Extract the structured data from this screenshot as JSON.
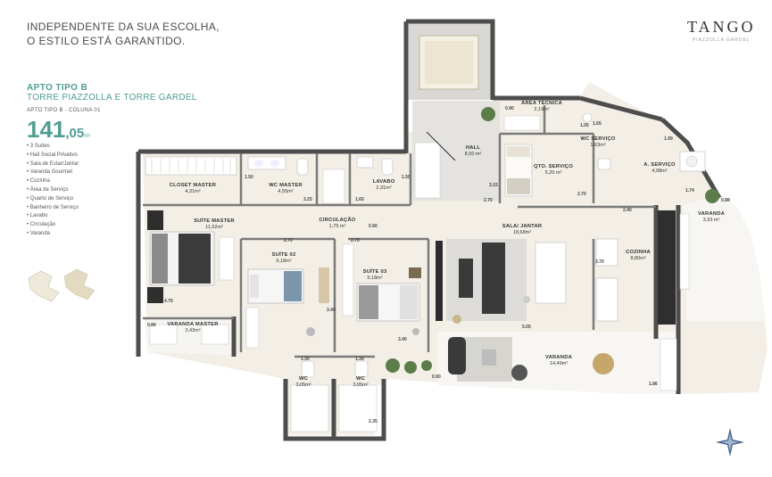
{
  "tagline": [
    "INDEPENDENTE DA SUA ESCOLHA,",
    "O ESTILO ESTÁ GARANTIDO."
  ],
  "brand": {
    "name": "TANGO",
    "sub": "PIAZZOLLA  GARDEL"
  },
  "apto": {
    "title": "APTO TIPO B",
    "subtitle": "TORRE PIAZZOLLA E TORRE GARDEL",
    "column": "APTO TIPO B - COLUNA 01",
    "area_int": "141",
    "area_dec": ",05",
    "area_unit": "m²",
    "features": [
      "3 Suítes",
      "Hall Social Privativo",
      "Sala de Estar/Jantar",
      "Varanda Gourmet",
      "Cozinha",
      "Área de Serviço",
      "Quarto de Serviço",
      "Banheiro de Serviço",
      "Lavabo",
      "Circulação",
      "Varanda"
    ]
  },
  "rooms": {
    "closet": {
      "name": "CLOSET MASTER",
      "area": "4,31m²"
    },
    "wc_master": {
      "name": "WC MASTER",
      "area": "4,55m²"
    },
    "lavabo": {
      "name": "LAVABO",
      "area": "2,31m²"
    },
    "hall": {
      "name": "HALL",
      "area": "8,50 m²"
    },
    "area_tecnica": {
      "name": "ÁREA TÉCNICA",
      "area": "2,19m²"
    },
    "wc_servico": {
      "name": "WC SERVIÇO",
      "area": "1,63m²"
    },
    "qto_servico": {
      "name": "QTO. SERVIÇO",
      "area": "5,20 m²"
    },
    "a_servico": {
      "name": "A. SERVIÇO",
      "area": "4,98m²"
    },
    "suite_master": {
      "name": "SUÍTE MASTER",
      "area": "11,52m²"
    },
    "circulacao": {
      "name": "CIRCULAÇÃO",
      "area": "1,75 m²"
    },
    "sala_jantar": {
      "name": "SALA/ JANTAR",
      "area": "18,68m²"
    },
    "varanda_small": {
      "name": "VARANDA",
      "area": "3,93 m²"
    },
    "suite_02": {
      "name": "SUÍTE 02",
      "area": "9,18m²"
    },
    "suite_03": {
      "name": "SUÍTE 03",
      "area": "9,18m²"
    },
    "cozinha": {
      "name": "COZINHA",
      "area": "8,80m²"
    },
    "varanda_master": {
      "name": "VARANDA MASTER",
      "area": "3,43m²"
    },
    "varanda_main": {
      "name": "VARANDA",
      "area": "14,49m²"
    },
    "wc_a": {
      "name": "WC",
      "area": "3,05m²"
    },
    "wc_b": {
      "name": "WC",
      "area": "3,05m²"
    }
  },
  "dims": [
    "1.50",
    "3.25",
    "1.65",
    "1.50",
    "3.15",
    "2.70",
    "0.90",
    "1.05",
    "1.65",
    "1.99",
    "2.70",
    "1.74",
    "0.88",
    "2.40",
    "2.70",
    "2.70",
    "0.90",
    "4.75",
    "3.40",
    "3.70",
    "5.05",
    "3.40",
    "0.86",
    "1.30",
    "1.30",
    "0.90",
    "1.86",
    "2.35"
  ]
}
